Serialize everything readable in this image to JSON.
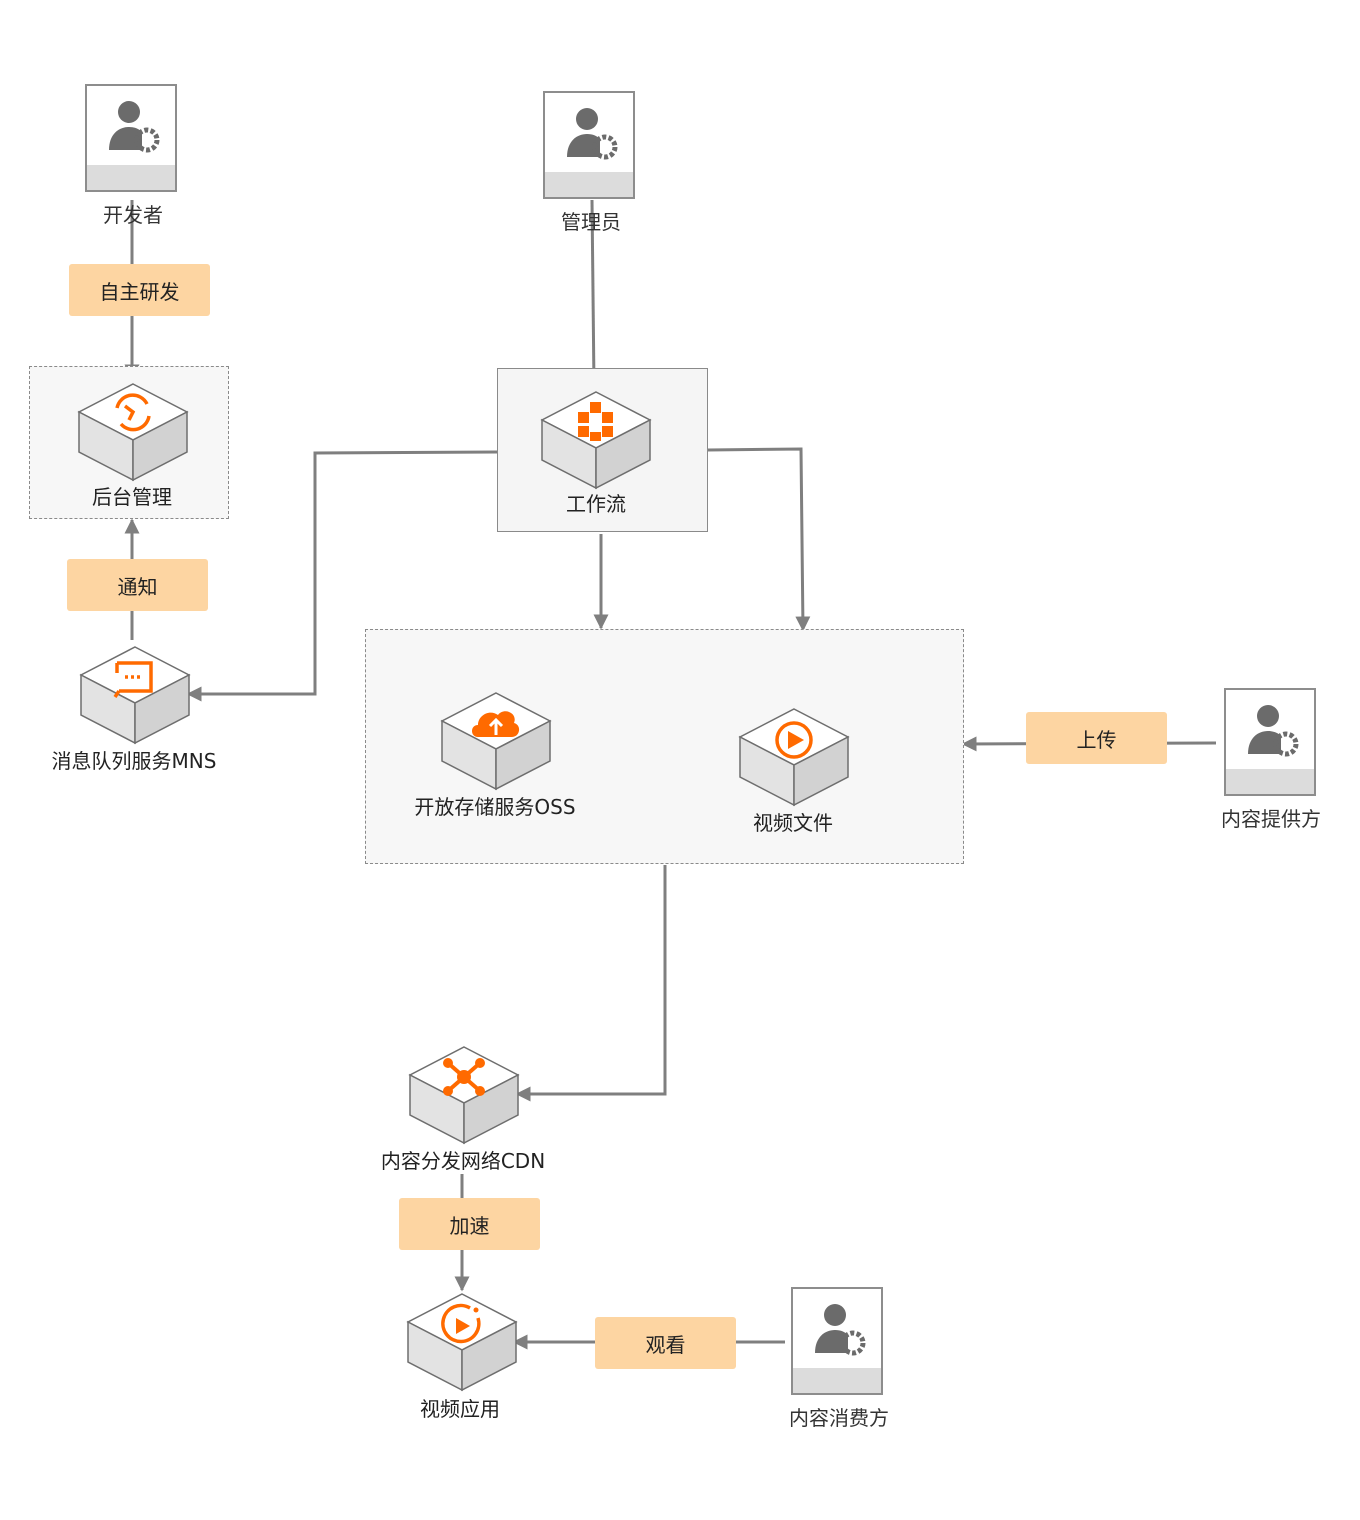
{
  "actors": {
    "developer": "开发者",
    "admin": "管理员",
    "provider": "内容提供方",
    "consumer": "内容消费方"
  },
  "nodes": {
    "backend": "后台管理",
    "workflow": "工作流",
    "mns": "消息队列服务MNS",
    "oss": "开放存储服务OSS",
    "video_file": "视频文件",
    "cdn": "内容分发网络CDN",
    "video_app": "视频应用"
  },
  "edge_labels": {
    "self_dev": "自主研发",
    "notify": "通知",
    "upload": "上传",
    "accelerate": "加速",
    "watch": "观看"
  },
  "colors": {
    "accent": "#ff6a00",
    "edge": "#7f7f7f",
    "tag_bg": "#fdd5a2"
  },
  "icons": {
    "actor": "user-gear-icon",
    "backend": "refresh-cycle-icon",
    "workflow": "cubes-icon",
    "mns": "message-icon",
    "oss": "cloud-upload-icon",
    "video_file": "play-icon",
    "cdn": "network-hub-icon",
    "video_app": "video-play-icon"
  }
}
